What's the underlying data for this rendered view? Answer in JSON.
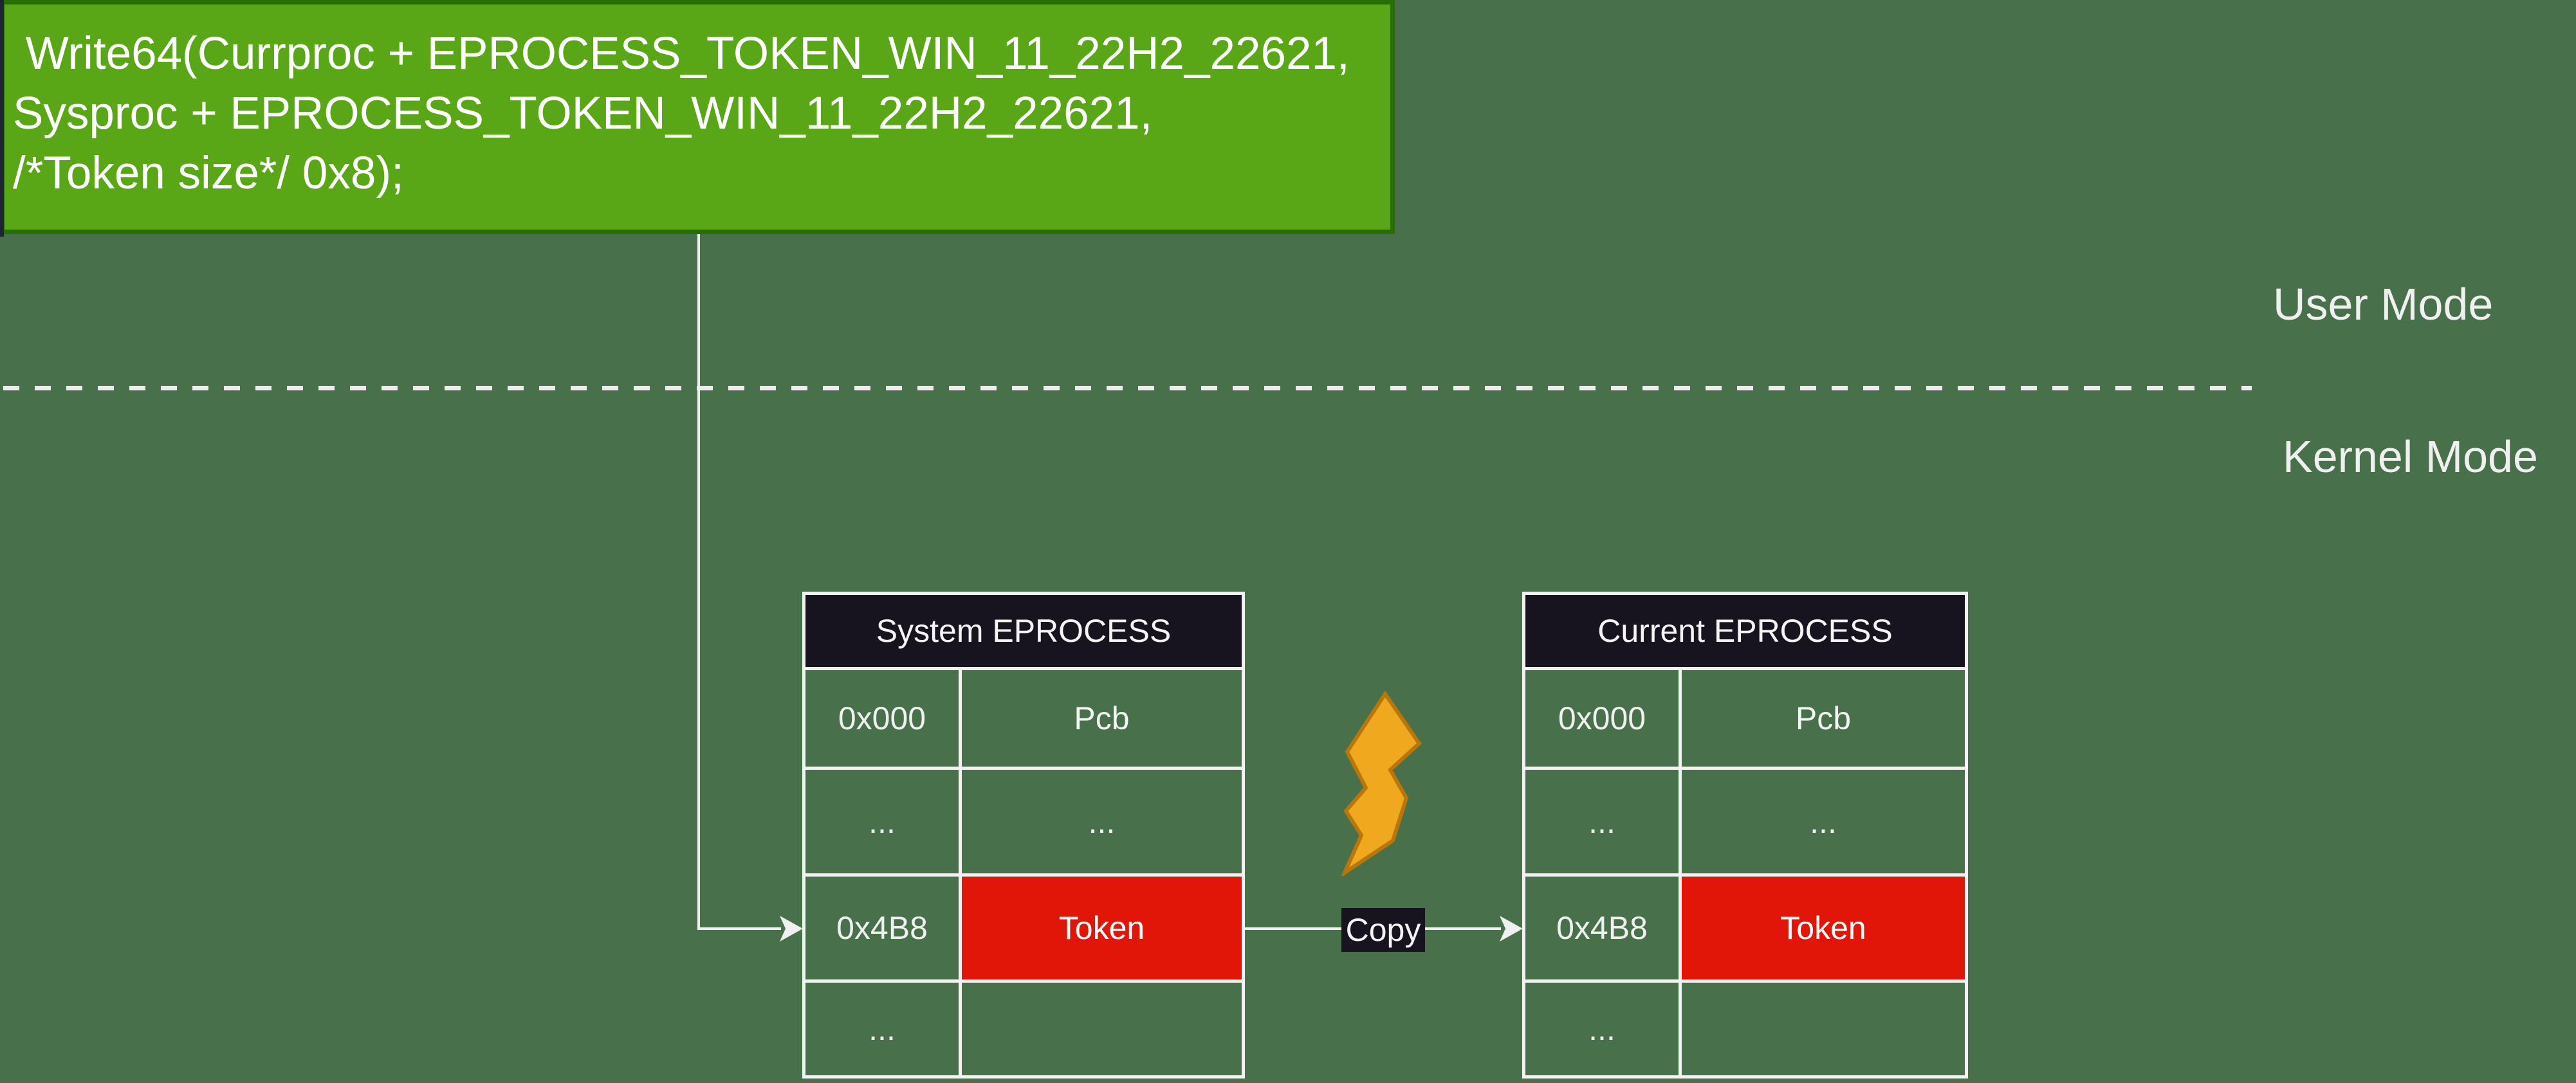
{
  "code_box": {
    "lines": [
      " Write64(Currproc + EPROCESS_TOKEN_WIN_11_22H2_22621,",
      "Sysproc + EPROCESS_TOKEN_WIN_11_22H2_22621,",
      "/*Token size*/ 0x8);"
    ]
  },
  "mode_labels": {
    "user": "User Mode",
    "kernel": "Kernel Mode"
  },
  "tables": {
    "system": {
      "title": "System EPROCESS",
      "rows": [
        {
          "offset": "0x000",
          "value": "Pcb",
          "highlight": false
        },
        {
          "offset": "...",
          "value": "...",
          "highlight": false
        },
        {
          "offset": "0x4B8",
          "value": "Token",
          "highlight": true
        },
        {
          "offset": "...",
          "value": "",
          "highlight": false
        }
      ]
    },
    "current": {
      "title": "Current EPROCESS",
      "rows": [
        {
          "offset": "0x000",
          "value": "Pcb",
          "highlight": false
        },
        {
          "offset": "...",
          "value": "...",
          "highlight": false
        },
        {
          "offset": "0x4B8",
          "value": "Token",
          "highlight": true
        },
        {
          "offset": "...",
          "value": "",
          "highlight": false
        }
      ]
    }
  },
  "copy_label": "Copy",
  "icons": {
    "lightning": "lightning-bolt-icon",
    "arrow": "arrowhead-icon"
  },
  "colors": {
    "background": "#47704b",
    "code_box_fill": "#59a717",
    "code_box_border": "#276e05",
    "table_header_fill": "#17141f",
    "token_highlight": "#e11508",
    "line_white": "#f0f0f0",
    "bolt_fill": "#f0a81f",
    "bolt_stroke": "#b87708",
    "edge_strip": "#1c2533"
  }
}
